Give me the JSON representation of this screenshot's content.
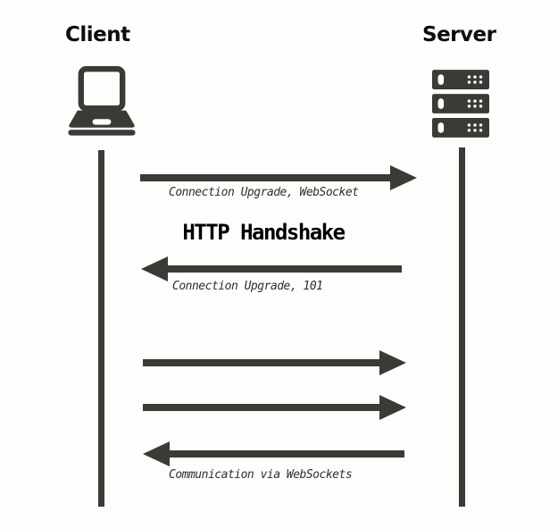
{
  "diagram": {
    "type": "sequence-diagram",
    "entities": {
      "client": {
        "label": "Client",
        "icon": "laptop-icon"
      },
      "server": {
        "label": "Server",
        "icon": "server-stack-icon"
      }
    },
    "phase_title": "HTTP Handshake",
    "messages": [
      {
        "label": "Connection Upgrade, WebSocket",
        "from": "client",
        "to": "server",
        "direction": "right"
      },
      {
        "label": "Connection Upgrade, 101",
        "from": "server",
        "to": "client",
        "direction": "left"
      },
      {
        "label": "",
        "from": "client",
        "to": "server",
        "direction": "right"
      },
      {
        "label": "",
        "from": "client",
        "to": "server",
        "direction": "right"
      },
      {
        "label": "Communication via WebSockets",
        "from": "server",
        "to": "client",
        "direction": "left"
      }
    ],
    "colors": {
      "line": "#3a3a37",
      "text": "#0d0d0d",
      "label_text": "#2e2e2c",
      "background": "#fdfdfc"
    }
  }
}
